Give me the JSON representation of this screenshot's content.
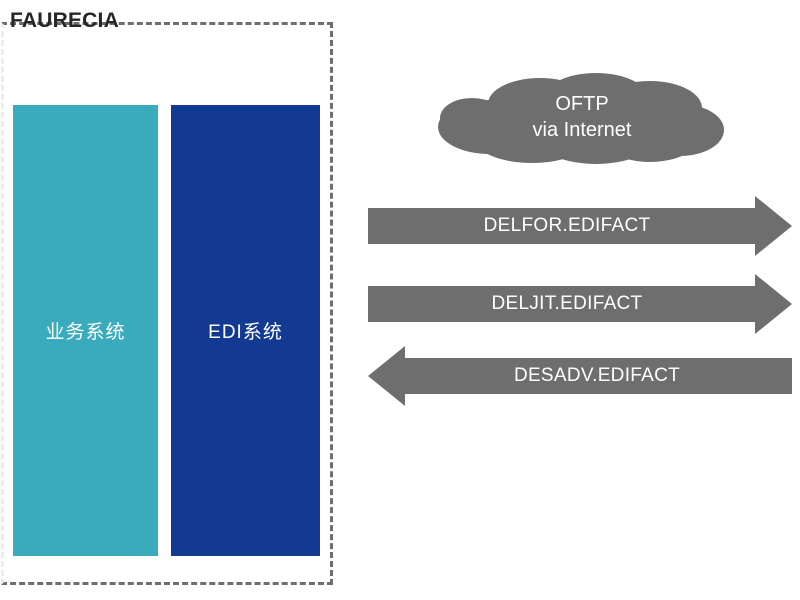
{
  "company": {
    "title": "FAURECIA",
    "boundary_style": "dashed",
    "boundary_color": "#6e6e6e"
  },
  "systems": [
    {
      "id": "business-system",
      "label": "业务系统",
      "color": "#3aabbd",
      "text_color": "#ffffff"
    },
    {
      "id": "edi-system",
      "label": "EDI系统",
      "color": "#123a92",
      "text_color": "#ffffff"
    }
  ],
  "network": {
    "id": "oftp-cloud",
    "line1": "OFTP",
    "line2": "via Internet",
    "color": "#6e6e6e",
    "text_color": "#ffffff"
  },
  "flows": [
    {
      "id": "delfor",
      "label": "DELFOR.EDIFACT",
      "direction": "right",
      "color": "#6e6e6e",
      "text_color": "#ffffff"
    },
    {
      "id": "deljit",
      "label": "DELJIT.EDIFACT",
      "direction": "right",
      "color": "#6e6e6e",
      "text_color": "#ffffff"
    },
    {
      "id": "desadv",
      "label": "DESADV.EDIFACT",
      "direction": "left",
      "color": "#6e6e6e",
      "text_color": "#ffffff"
    }
  ],
  "palette": {
    "background": "#ffffff",
    "title_color": "#262626",
    "gray": "#6e6e6e",
    "teal": "#3aabbd",
    "blue": "#123a92"
  }
}
